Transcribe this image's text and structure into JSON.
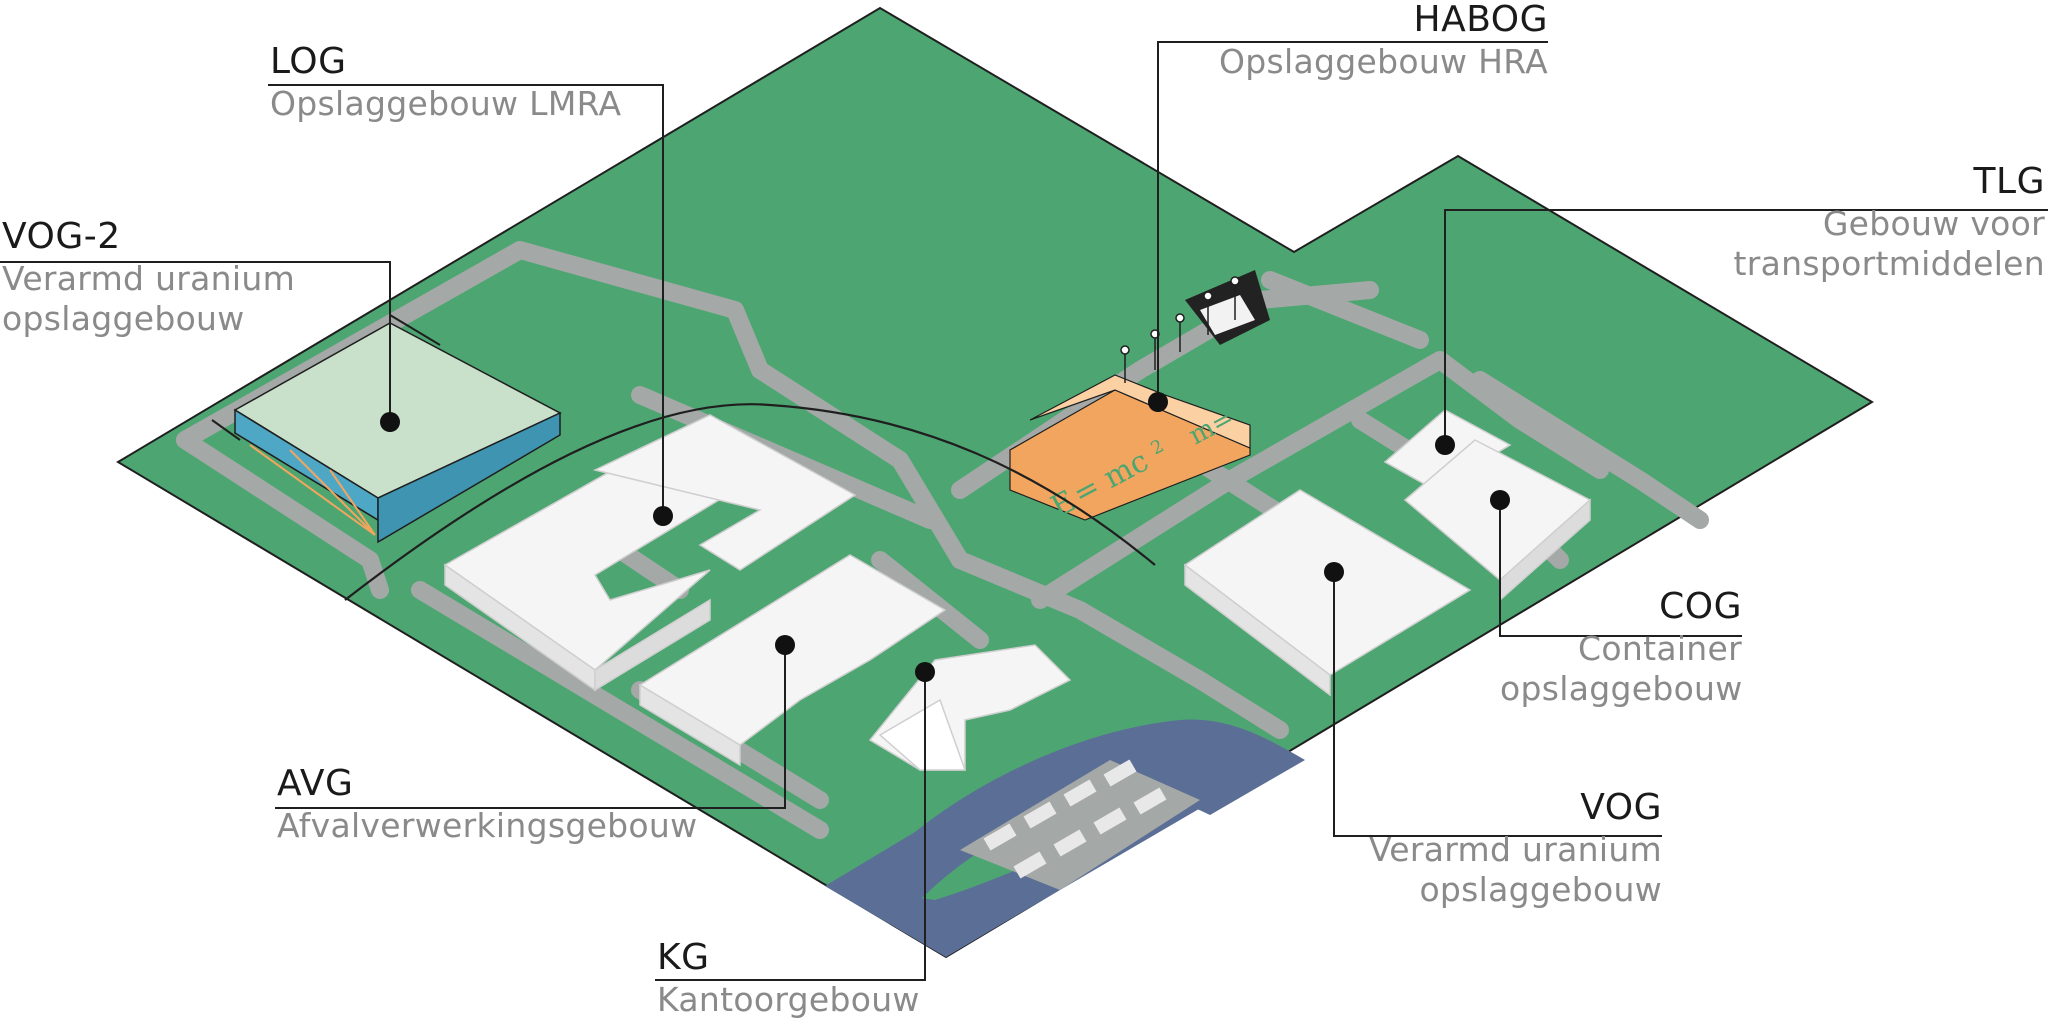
{
  "labels": {
    "log": {
      "code": "LOG",
      "desc": "Opslaggebouw LMRA"
    },
    "habog": {
      "code": "HABOG",
      "desc": "Opslaggebouw HRA"
    },
    "vog2": {
      "code": "VOG-2",
      "desc1": "Verarmd uranium",
      "desc2": "opslaggebouw"
    },
    "tlg": {
      "code": "TLG",
      "desc1": "Gebouw voor",
      "desc2": "transportmiddelen"
    },
    "cog": {
      "code": "COG",
      "desc1": "Container",
      "desc2": "opslaggebouw"
    },
    "avg": {
      "code": "AVG",
      "desc": "Afvalverwerkingsgebouw"
    },
    "vog": {
      "code": "VOG",
      "desc1": "Verarmd uranium",
      "desc2": "opslaggebouw"
    },
    "kg": {
      "code": "KG",
      "desc": "Kantoorgebouw"
    }
  },
  "habog_art": {
    "formula_1": "E",
    "formula_2": "= mc",
    "formula_3": "2",
    "formula_4": "m="
  },
  "colors": {
    "ground": "#4da672",
    "ground_light": "#5cb47f",
    "road": "#a4a8a6",
    "water": "#5b6e96",
    "building": "#f5f5f5",
    "habog": "#f2a55e",
    "vog2_top": "#c9e0cb",
    "vog2_side": "#4fa7c6"
  }
}
